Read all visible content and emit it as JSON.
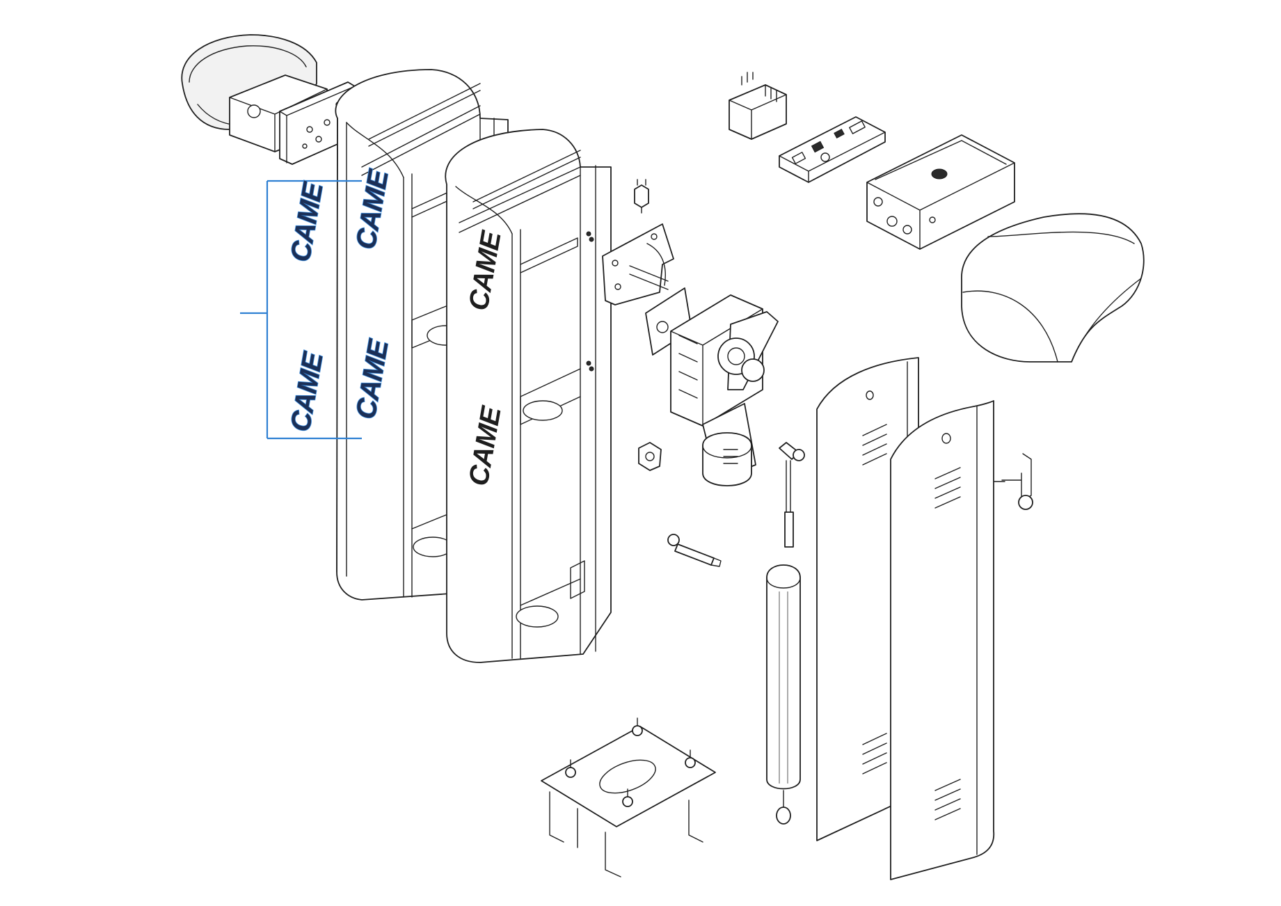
{
  "diagram": {
    "logo_text": "CAME",
    "colors": {
      "line": "#1e1e1e",
      "bracket": "#2d7fd2",
      "sticker_fill": "#1b2f56",
      "sticker_outline": "#3c8ee0"
    },
    "parts": [
      "lamp-holder-assembly",
      "rear-cabinet-shell",
      "front-cabinet-shell",
      "came-sticker-set",
      "limit-switch",
      "mounting-bracket-plate",
      "gearmotor",
      "transformer",
      "control-board",
      "control-box",
      "top-cover",
      "side-door-panel-rear",
      "side-door-panel-front",
      "door-lock-latch",
      "balancing-spring",
      "spring-tie-rod",
      "release-pin",
      "cable-clamp",
      "foundation-plate"
    ]
  }
}
